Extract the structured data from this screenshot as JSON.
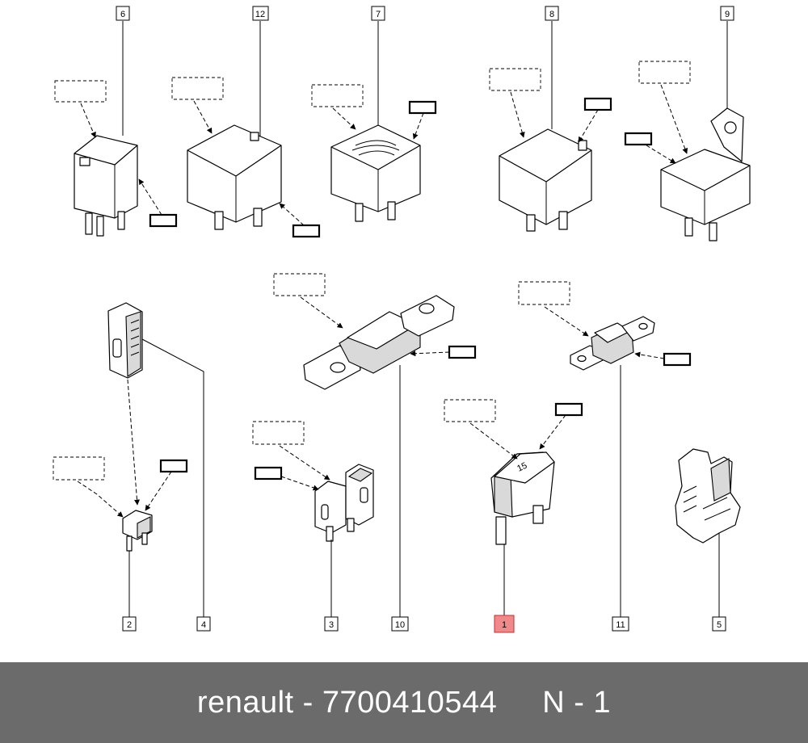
{
  "callouts": [
    {
      "id": "c6",
      "label": "6",
      "highlight": false
    },
    {
      "id": "c12",
      "label": "12",
      "highlight": false
    },
    {
      "id": "c7",
      "label": "7",
      "highlight": false
    },
    {
      "id": "c8",
      "label": "8",
      "highlight": false
    },
    {
      "id": "c9",
      "label": "9",
      "highlight": false
    },
    {
      "id": "c2",
      "label": "2",
      "highlight": false
    },
    {
      "id": "c4",
      "label": "4",
      "highlight": false
    },
    {
      "id": "c3",
      "label": "3",
      "highlight": false
    },
    {
      "id": "c10",
      "label": "10",
      "highlight": false
    },
    {
      "id": "c1",
      "label": "1",
      "highlight": true
    },
    {
      "id": "c11",
      "label": "11",
      "highlight": false
    },
    {
      "id": "c5",
      "label": "5",
      "highlight": false
    }
  ],
  "fuse_rating": "15",
  "footer": {
    "part_text": "renault - 7700410544",
    "ref_text": "N - 1"
  },
  "colors": {
    "footer_bg": "#6b6b6b",
    "highlight": "#f08a8a"
  }
}
